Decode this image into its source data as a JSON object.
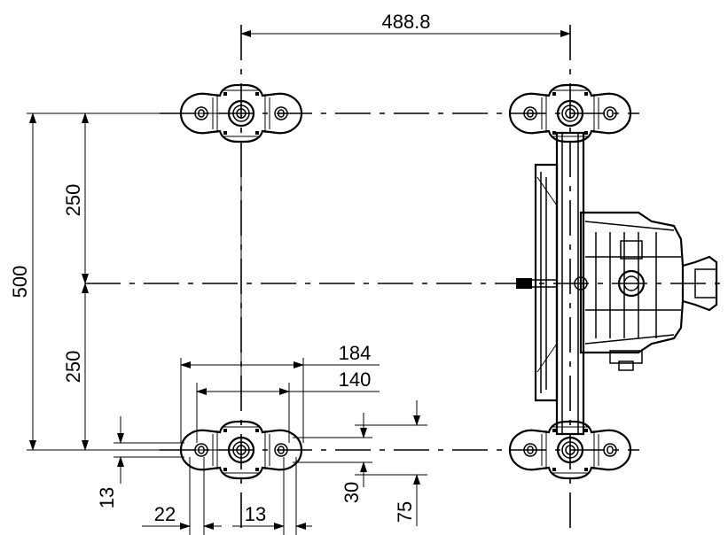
{
  "dimensions": {
    "top_width": "488.8",
    "total_height": "500",
    "upper_half": "250",
    "lower_half": "250",
    "outer_width": "184",
    "inner_width": "140",
    "slot_height": "13",
    "offset_22": "22",
    "slot_width_13": "13",
    "slot_len_30": "30",
    "foot_len_75": "75"
  },
  "colors": {
    "line": "#000000",
    "background": "#ffffff"
  }
}
